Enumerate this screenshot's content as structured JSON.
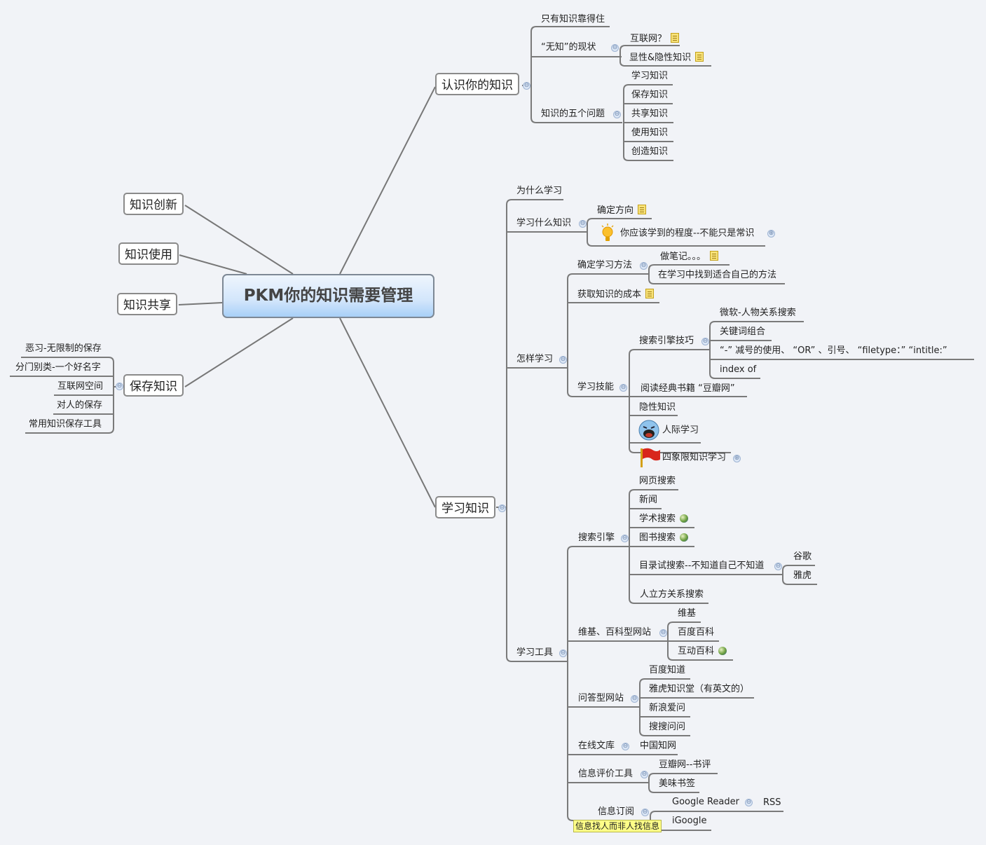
{
  "central": {
    "title": "PKM你的知识需要管理"
  },
  "left_topics": {
    "innovate": "知识创新",
    "use": "知识使用",
    "share": "知识共享",
    "save": {
      "label": "保存知识",
      "children": [
        "恶习-无限制的保存",
        "分门别类-一个好名字",
        "互联网空间",
        "对人的保存",
        "常用知识保存工具"
      ]
    }
  },
  "know": {
    "label": "认识你的知识",
    "only": "只有知识靠得住",
    "ignorance": {
      "label": "“无知”的现状",
      "children": [
        "互联网？",
        "显性&隐性知识"
      ]
    },
    "five": {
      "label": "知识的五个问题",
      "children": [
        "学习知识",
        "保存知识",
        "共享知识",
        "使用知识",
        "创造知识"
      ]
    }
  },
  "learn": {
    "label": "学习知识",
    "why": "为什么学习",
    "what": {
      "label": "学习什么知识",
      "direction": "确定方向",
      "degree": "你应该学到的程度--不能只是常识"
    },
    "how": {
      "label": "怎样学习",
      "method": {
        "label": "确定学习方法",
        "notes": "做笔记。。。",
        "find": "在学习中找到适合自己的方法"
      },
      "cost": "获取知识的成本",
      "skills": {
        "label": "学习技能",
        "search": {
          "label": "搜索引擎技巧",
          "children": [
            "微软-人物关系搜索",
            "关键词组合",
            "“-” 减号的使用、 “OR” 、引号、 “filetype：”  “intitle:”",
            "index of"
          ]
        },
        "read": "阅读经典书籍  “豆瓣网”",
        "tacit": "隐性知识",
        "people": "人际学习",
        "quadrant": "四象限知识学习"
      }
    },
    "tools": {
      "label": "学习工具",
      "engines": {
        "label": "搜索引擎",
        "children": [
          "网页搜索",
          "新闻",
          "学术搜索",
          "图书搜索"
        ],
        "directory": {
          "label": "目录试搜索--不知道自己不知道",
          "children": [
            "谷歌",
            "雅虎"
          ]
        },
        "people": "人立方关系搜索"
      },
      "wiki": {
        "label": "维基、百科型网站",
        "children": [
          "维基",
          "百度百科",
          "互动百科"
        ]
      },
      "qa": {
        "label": "问答型网站",
        "children": [
          "百度知道",
          "雅虎知识堂（有英文的）",
          "新浪爱问",
          "搜搜问问"
        ]
      },
      "library": {
        "label": "在线文库",
        "child": "中国知网"
      },
      "eval": {
        "label": "信息评价工具",
        "children": [
          "豆瓣网--书评",
          "美味书签"
        ]
      },
      "subscribe": {
        "label": "信息订阅",
        "reader": "Google Reader",
        "rss": "RSS",
        "igoogle": "iGoogle",
        "tooltip": "信息找人而非人找信息"
      }
    }
  },
  "icons": {
    "collapse": "⊖",
    "expand": "⊕"
  }
}
